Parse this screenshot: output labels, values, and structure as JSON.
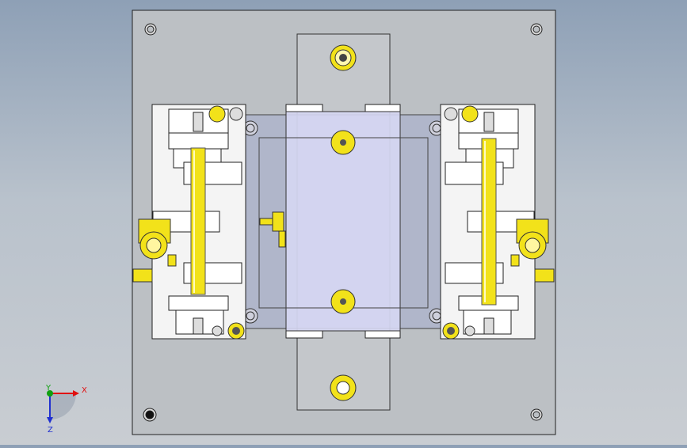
{
  "viewport": {
    "name": "cad-graphics-area",
    "background_top": "#8ea0b6",
    "background_bottom": "#c9cdd2"
  },
  "colors": {
    "plate": "#bcc0c4",
    "part_white": "#f4f4f4",
    "outline": "#222222",
    "brass": "#f2e21a",
    "glass": "#a9b2e8"
  },
  "triad": {
    "x_label": "X",
    "y_label": "Y",
    "z_label": "Z",
    "x_color": "#e01010",
    "y_color": "#10a010",
    "z_color": "#2030d0"
  }
}
